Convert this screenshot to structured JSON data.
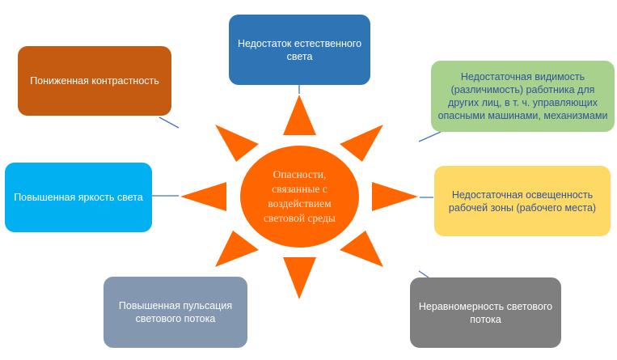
{
  "colors": {
    "sun": "#FF6600",
    "line": "#4472C4"
  },
  "center": {
    "text": "Опасности, связанные с воздействием световой среды"
  },
  "nodes": {
    "top": {
      "text": "Недостаток естественного света",
      "color": "#2E75B6"
    },
    "top_left": {
      "text": "Пониженная контрастность",
      "color": "#C55A11"
    },
    "top_right": {
      "text": "Недостаточная видимость (различимость) работника для других лиц, в т. ч. управляющих опасными машинами, механизмами",
      "color": "#A9D18E"
    },
    "left": {
      "text": "Повышенная яркость света",
      "color": "#00B0F0"
    },
    "right": {
      "text": "Недостаточная освещенность рабочей зоны (рабочего места)",
      "color": "#FFD966"
    },
    "bottom_left": {
      "text": "Повышенная пульсация светового потока",
      "color": "#8497B0"
    },
    "bottom_right": {
      "text": "Неравномерность светового потока",
      "color": "#7F7F7F"
    }
  }
}
